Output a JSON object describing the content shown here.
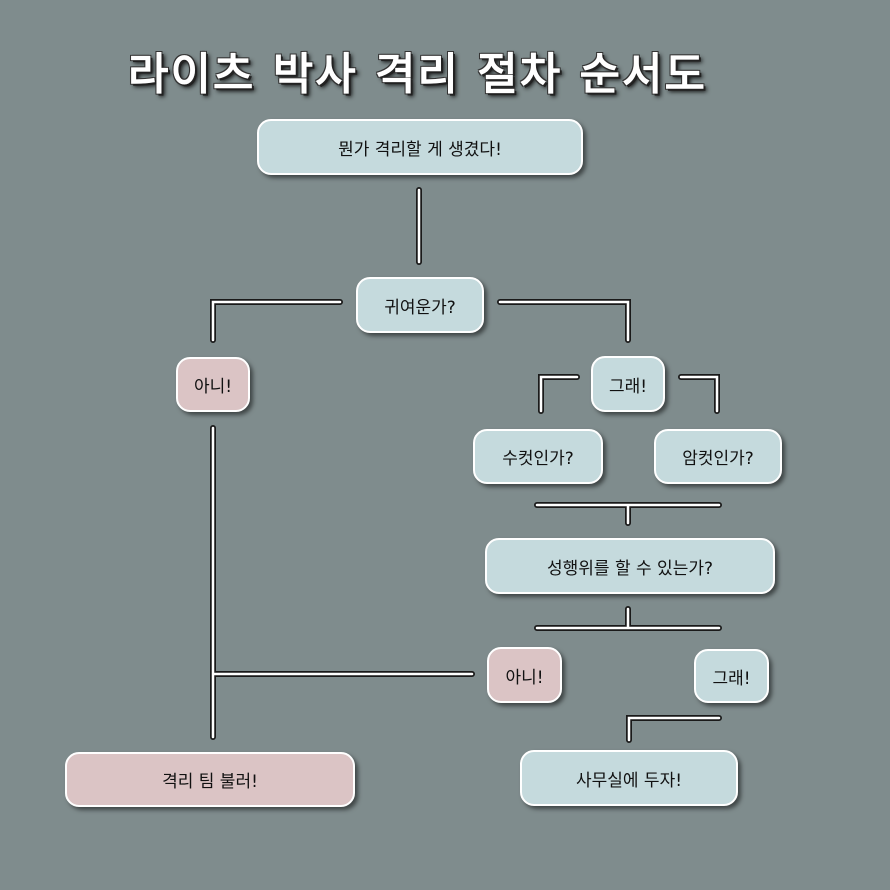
{
  "title": "라이츠 박사 격리 절차 순서도",
  "colors": {
    "background": "#7f8c8d",
    "question_box": "#c5dadd",
    "negative_box": "#dbc4c5",
    "connector": "#ffffff"
  },
  "nodes": {
    "start": "뭔가 격리할 게 생겼다!",
    "cute": "귀여운가?",
    "cute_no": "아니!",
    "cute_yes": "그래!",
    "male": "수컷인가?",
    "female": "암컷인가?",
    "sex": "성행위를 할 수 있는가?",
    "sex_no": "아니!",
    "sex_yes": "그래!",
    "call_team": "격리 팀 불러!",
    "office": "사무실에 두자!"
  }
}
